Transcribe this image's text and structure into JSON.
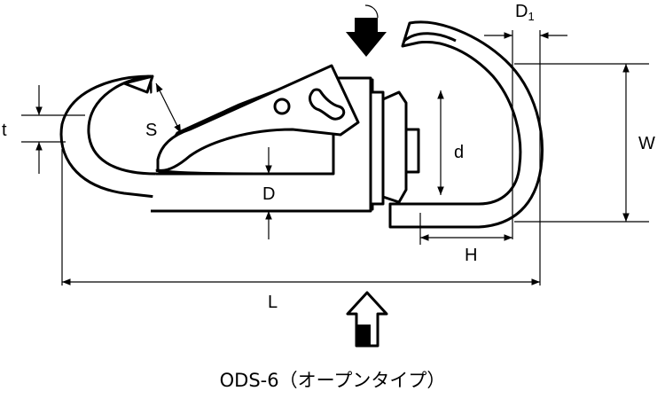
{
  "labels": {
    "t": "t",
    "S": "S",
    "D": "D",
    "d": "d",
    "W": "W",
    "H": "H",
    "L": "L",
    "D1_main": "D",
    "D1_sub": "1"
  },
  "caption": "ODS-6（オープンタイプ）",
  "colors": {
    "line": "#000000",
    "background": "#ffffff"
  }
}
